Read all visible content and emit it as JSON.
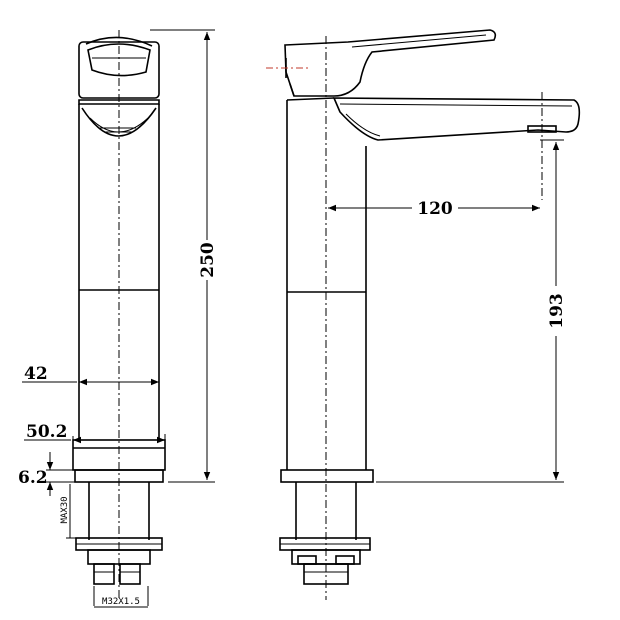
{
  "dimensions": {
    "height_total": "250",
    "spout_reach": "120",
    "spout_height": "193",
    "body_diameter": "42",
    "base_diameter": "50.2",
    "base_thickness": "6.2",
    "max_thickness": "MAX30",
    "thread": "M32X1.5"
  },
  "colors": {
    "lines": "#000000",
    "background": "#ffffff",
    "centerline_accent": "#c0392b"
  }
}
